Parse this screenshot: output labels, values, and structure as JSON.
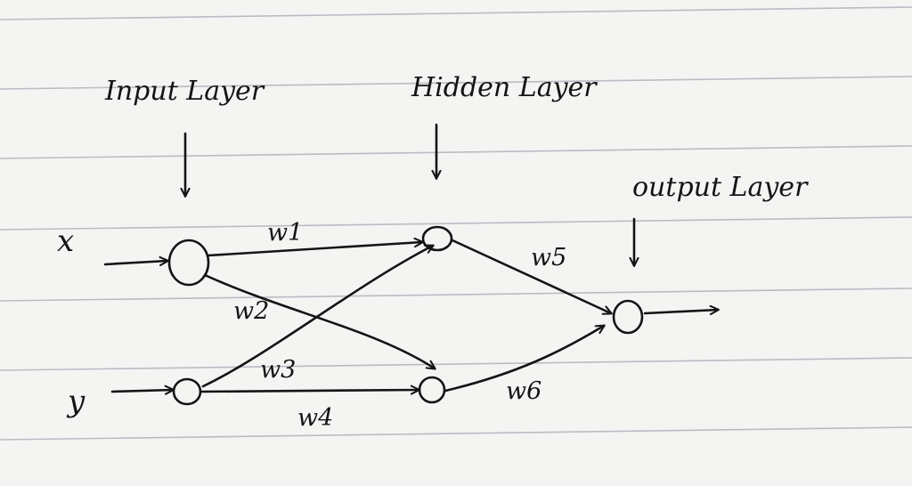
{
  "layers": {
    "input": "Input Layer",
    "hidden": "Hidden Layer",
    "output": "output Layer"
  },
  "inputs": {
    "x": "x",
    "y": "y"
  },
  "weights": {
    "w1": "w1",
    "w2": "w2",
    "w3": "w3",
    "w4": "w4",
    "w5": "w5",
    "w6": "w6"
  },
  "colors": {
    "paper": "#f4f5f2",
    "ink": "#141414",
    "rule": "#b9bcc4"
  }
}
